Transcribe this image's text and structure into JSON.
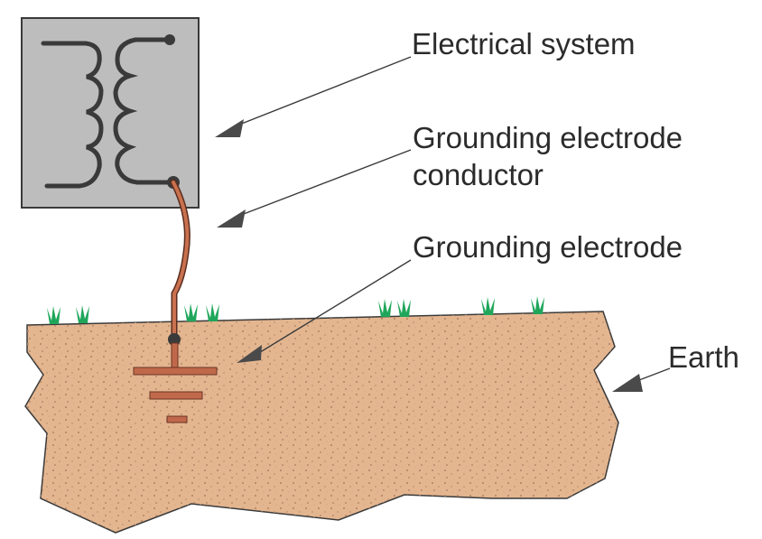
{
  "diagram": {
    "subject": "Grounding of an electrical system",
    "labels": {
      "electrical_system": "Electrical system",
      "gec_line1": "Grounding electrode",
      "gec_line2": "conductor",
      "grounding_electrode": "Grounding electrode",
      "earth": "Earth"
    },
    "components": [
      {
        "id": "transformer",
        "label": "Electrical system",
        "icon": "transformer-icon"
      },
      {
        "id": "conductor",
        "label": "Grounding electrode conductor"
      },
      {
        "id": "electrode",
        "label": "Grounding electrode",
        "icon": "ground-symbol-icon"
      },
      {
        "id": "earth",
        "label": "Earth"
      }
    ],
    "colors": {
      "box_fill": "#b9b9b9",
      "box_stroke": "#3a3a3a",
      "coil": "#3a3a3a",
      "copper": "#c0694a",
      "copper_dark": "#6a3424",
      "earth_fill": "#e3b48e",
      "earth_dot": "#b98b6c",
      "grass": "#1fa65a",
      "arrow": "#4a4a4a",
      "text": "#2b2b2b"
    },
    "grass_tufts": 8
  }
}
